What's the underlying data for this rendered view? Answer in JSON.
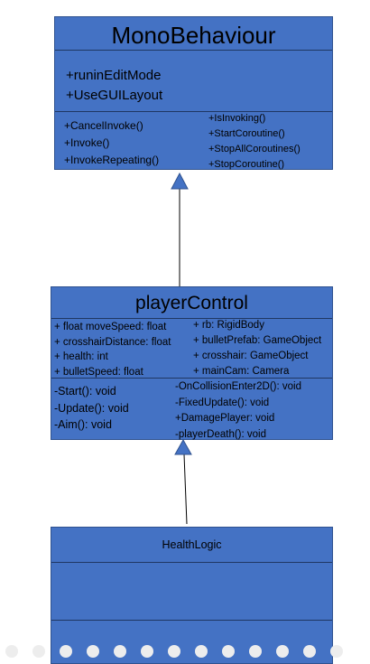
{
  "mono_behaviour": {
    "name": "MonoBehaviour",
    "attributes": [
      "+runinEditMode",
      "+UseGUILayout"
    ],
    "methods_left": [
      "+CancelInvoke()",
      "+Invoke()",
      "+InvokeRepeating()"
    ],
    "methods_right": [
      "+IsInvoking()",
      "+StartCoroutine()",
      "+StopAllCoroutines()",
      "+StopCoroutine()"
    ]
  },
  "player_control": {
    "name": "playerControl",
    "attributes_left": [
      "+ float moveSpeed: float",
      "+ crosshairDistance: float",
      "+ health: int",
      "+ bulletSpeed: float"
    ],
    "attributes_right": [
      "+ rb: RigidBody",
      "+ bulletPrefab: GameObject",
      "+ crosshair: GameObject",
      "+ mainCam: Camera"
    ],
    "methods_left": [
      "-Start(): void",
      "-Update(): void",
      "-Aim(): void"
    ],
    "methods_right": [
      "-OnCollisionEnter2D(): void",
      "-FixedUpdate(): void",
      "+DamagePlayer: void",
      "-playerDeath(): void"
    ]
  },
  "health_logic": {
    "name": "HealthLogic"
  },
  "colors": {
    "class_fill": "#4472c4",
    "class_border": "#2f528f",
    "arrow_fill": "#4472c4",
    "line": "#000000"
  }
}
